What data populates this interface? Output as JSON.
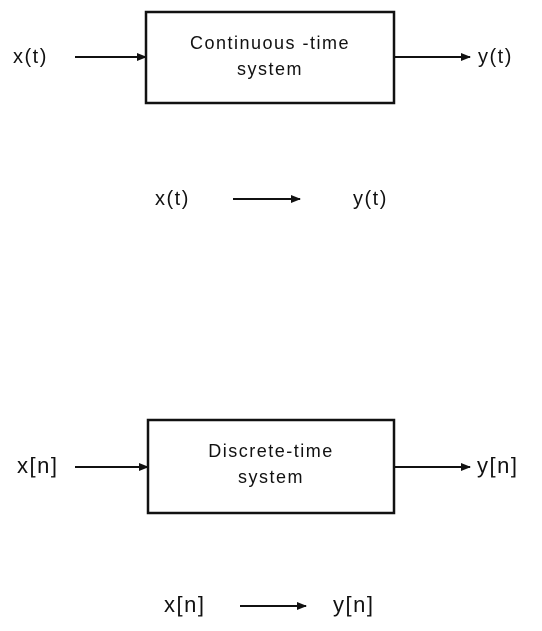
{
  "continuous": {
    "input_label": "x(t)",
    "output_label": "y(t)",
    "box_line1": "Continuous -time",
    "box_line2": "system",
    "mapping_input": "x(t)",
    "mapping_output": "y(t)"
  },
  "discrete": {
    "input_label": "x[n]",
    "output_label": "y[n]",
    "box_line1": "Discrete-time",
    "box_line2": "system",
    "mapping_input": "x[n]",
    "mapping_output": "y[n]"
  },
  "colors": {
    "stroke": "#111111",
    "background": "#ffffff"
  }
}
